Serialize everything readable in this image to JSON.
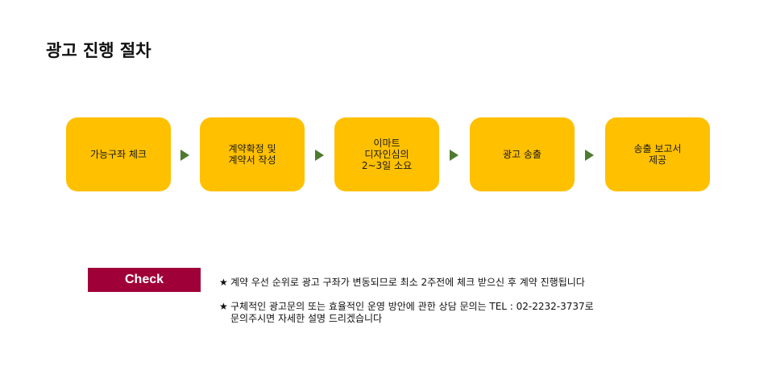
{
  "page": {
    "title": "광고 진행 절차"
  },
  "steps": [
    {
      "label": "가능구좌 체크",
      "icon": "none"
    },
    {
      "label": "계약확정 및\n계약서 작성",
      "icon": "none"
    },
    {
      "label": "이마트\n디자인심의\n2~3일 소요",
      "icon": "none"
    },
    {
      "label": "광고 송출",
      "icon": "none"
    },
    {
      "label": "송출 보고서\n제공",
      "icon": "none"
    }
  ],
  "arrow_icon": "right-triangle-arrow-icon",
  "check": {
    "label": "Check"
  },
  "notes": [
    {
      "star": "★",
      "text": "계약 우선 순위로 광고 구좌가 변동되므로 최소 2주전에 체크 받으신 후 계약 진행됩니다"
    },
    {
      "star": "★",
      "text": "구체적인 광고문의 또는 효율적인 운영 방안에 관한 상담 문의는 TEL : 02-2232-3737로\n문의주시면 자세한 설명 드리겠습니다"
    }
  ],
  "colors": {
    "step_fill": "#ffc000",
    "arrow": "#4e7a2f",
    "check_bg": "#a00038",
    "check_text": "#ffffff"
  }
}
